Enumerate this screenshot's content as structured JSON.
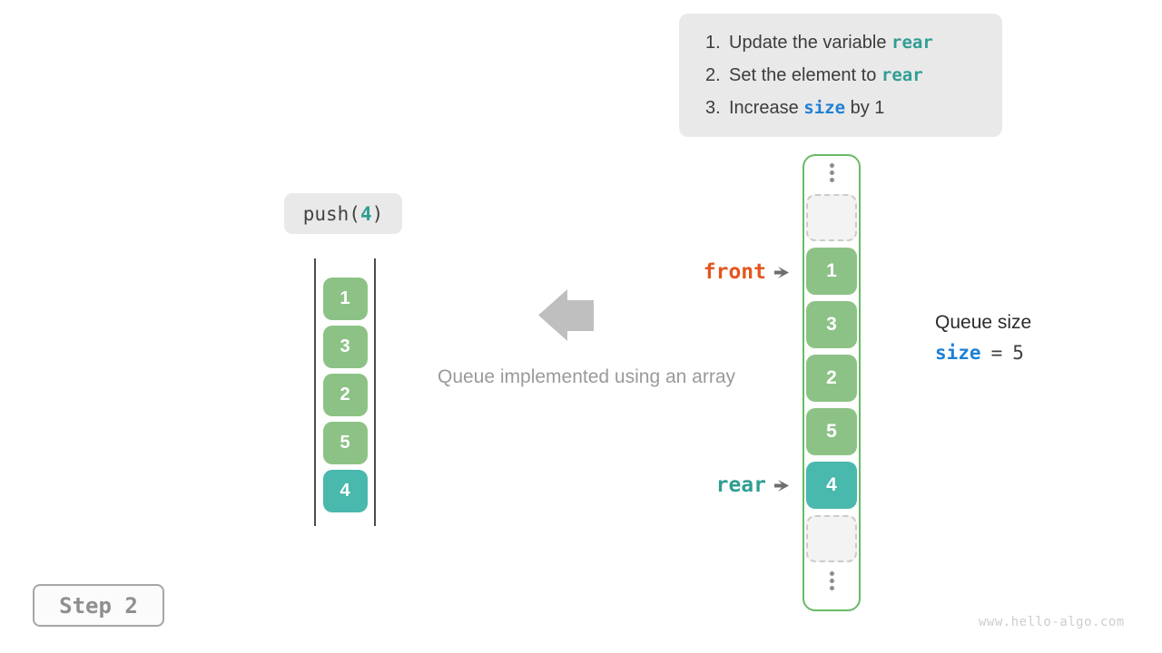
{
  "instructions": {
    "items": [
      {
        "num": "1.",
        "before": "Update the variable ",
        "code": "rear",
        "after": ""
      },
      {
        "num": "2.",
        "before": "Set the element to ",
        "code": "rear",
        "after": ""
      },
      {
        "num": "3.",
        "before": "Increase ",
        "code": "size",
        "after": " by 1"
      }
    ]
  },
  "operation": {
    "prefix": "push(",
    "arg": "4",
    "suffix": ")"
  },
  "left_stack": {
    "values": [
      "1",
      "3",
      "2",
      "5",
      "4"
    ]
  },
  "caption": "Queue implemented using an array",
  "array": {
    "front_label": "front",
    "rear_label": "rear",
    "cells": [
      "1",
      "3",
      "2",
      "5",
      "4"
    ]
  },
  "queue_size": {
    "title": "Queue size",
    "var": "size",
    "equals": "=",
    "value": "5"
  },
  "step": {
    "label": "Step 2"
  },
  "watermark": "www.hello-algo.com",
  "colors": {
    "green_cell": "#8dc286",
    "teal_cell": "#49b8ad",
    "container_border": "#67bb65",
    "code_teal": "#2f9e93",
    "code_blue": "#1f80d6",
    "front_orange": "#e4561e",
    "panel_bg": "#e9e9e9"
  }
}
